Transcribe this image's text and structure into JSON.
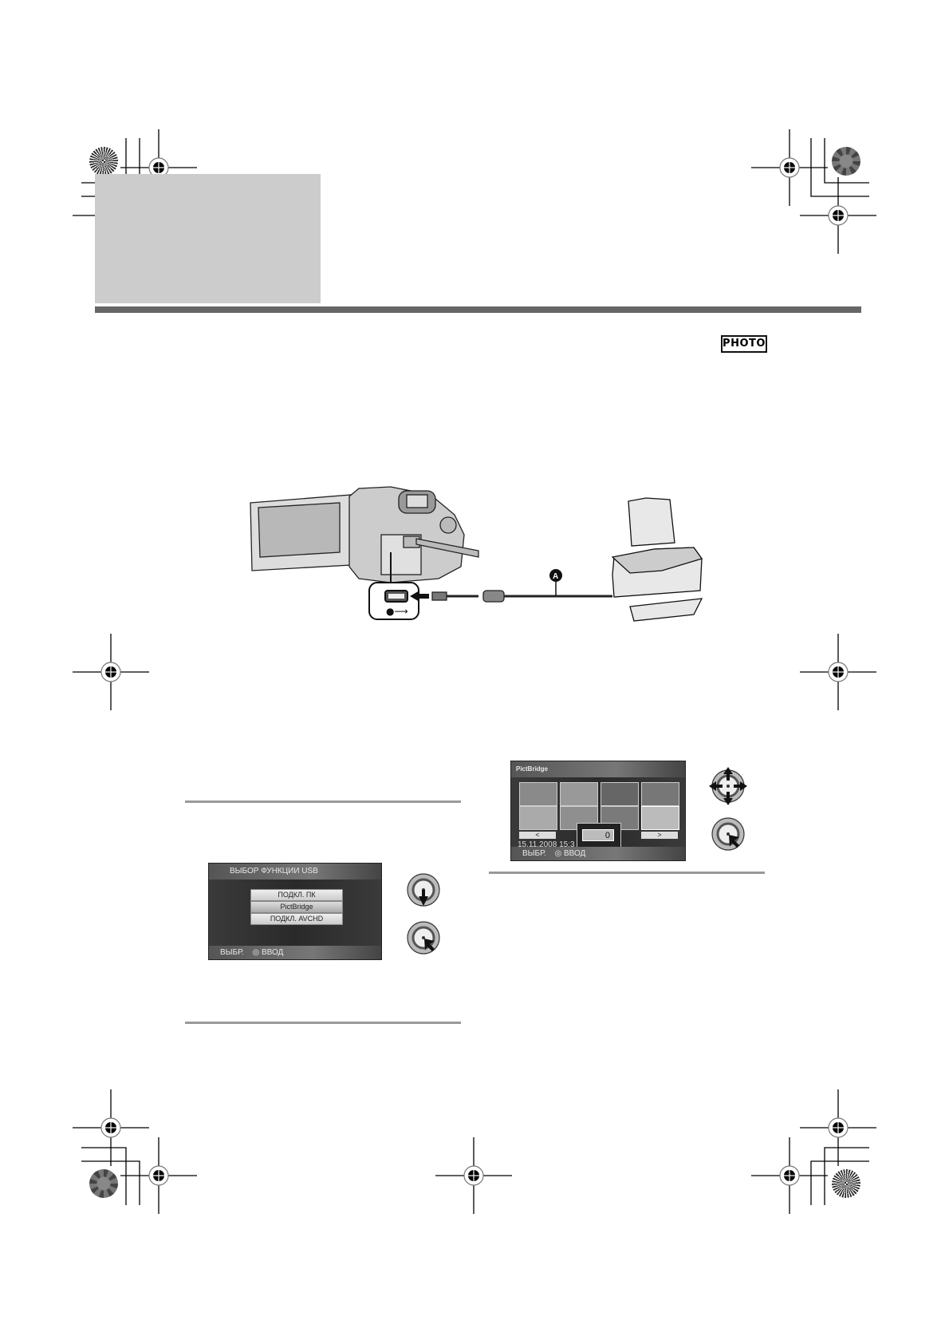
{
  "page": {
    "mode_badge": "PHOTO",
    "title_block": "",
    "colors": {
      "title_box": "#cccccc",
      "title_rule": "#666666",
      "separator": "#999999"
    }
  },
  "illustration": {
    "label_a": "A",
    "devices": [
      "camcorder",
      "usb-cable",
      "printer"
    ],
    "usb_port_symbol": "usb-icon"
  },
  "usb_screen": {
    "header": "ВЫБОР ФУНКЦИИ USB",
    "options": [
      "ПОДКЛ. ПК",
      "PictBridge",
      "ПОДКЛ. AVCHD"
    ],
    "selected": "PictBridge",
    "footer_select": "ВЫБР.",
    "footer_enter": "ВВОД"
  },
  "pictbridge_screen": {
    "header": "PictBridge",
    "count": "0",
    "date": "15.11.2008 15:3",
    "prev": "<",
    "next": ">",
    "footer_select": "ВЫБР.",
    "footer_enter": "ВВОД"
  },
  "controls": {
    "usb_dial_1": "joystick-down-icon",
    "usb_dial_2": "joystick-press-icon",
    "pb_dial_1": "joystick-4way-icon",
    "pb_dial_2": "joystick-press-icon"
  }
}
